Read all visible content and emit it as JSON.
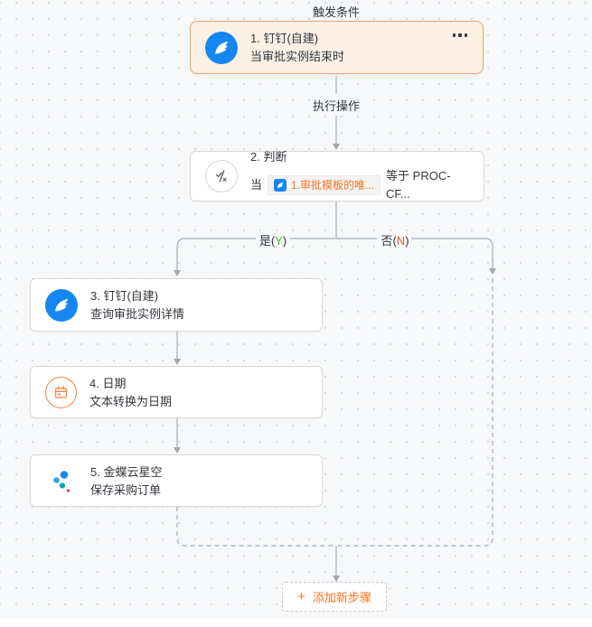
{
  "canvas": {
    "trigger_section_label": "触发条件",
    "action_section_label": "执行操作",
    "branch_yes_prefix": "是(",
    "branch_yes_letter": "Y",
    "branch_no_prefix": "否(",
    "branch_no_letter": "N",
    "branch_suffix": ")"
  },
  "nodes": [
    {
      "title": "1. 钉钉(自建)",
      "subtitle": "当审批实例结束时",
      "icon": "dingtalk-icon",
      "menu_icon": "more-dots-icon",
      "selected": true
    },
    {
      "title": "2. 判断",
      "icon": "judge-icon",
      "condition_prefix": "当",
      "condition_field_icon": "dingtalk-icon",
      "condition_field": "1.审批模板的唯...",
      "condition_rest": "等于 PROC-CF..."
    },
    {
      "title": "3. 钉钉(自建)",
      "subtitle": "查询审批实例详情",
      "icon": "dingtalk-icon"
    },
    {
      "title": "4. 日期",
      "subtitle": "文本转换为日期",
      "icon": "calendar-icon"
    },
    {
      "title": "5. 金蝶云星空",
      "subtitle": "保存采购订单",
      "icon": "kingdee-icon"
    }
  ],
  "add_step_button": {
    "plus": "+",
    "label": "添加新步骤"
  },
  "colors": {
    "accent": "#fa7421",
    "trigger-bg": "#fdf0e4",
    "trigger-border": "#f2a169",
    "dingtalk-blue": "#1687f2",
    "yes-green": "#43b93c",
    "no-red": "#e4534e",
    "line-gray": "#b4b7bb",
    "card-border": "#d9d9d9",
    "calendar-orange": "#f8823c",
    "kingdee-blue1": "#1e88e5",
    "kingdee-blue2": "#2a9de8",
    "kingdee-teal": "#00a9bd",
    "kingdee-pink": "#e84a8f"
  }
}
